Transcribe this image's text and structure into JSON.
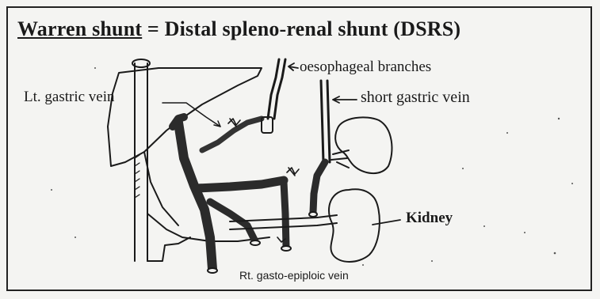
{
  "title": {
    "part1": "Warren shunt",
    "part2": " = Distal spleno-renal shunt (DSRS)"
  },
  "labels": {
    "oesophageal": "oesophageal branches",
    "left_gastric": "Lt. gastric vein",
    "short_gastric": "short gastric vein",
    "kidney": "Kidney",
    "rt_gastro_epiploic": "Rt. gasto-epiploic vein"
  },
  "colors": {
    "ink": "#1a1a1a",
    "paper": "#f4f4f2"
  }
}
